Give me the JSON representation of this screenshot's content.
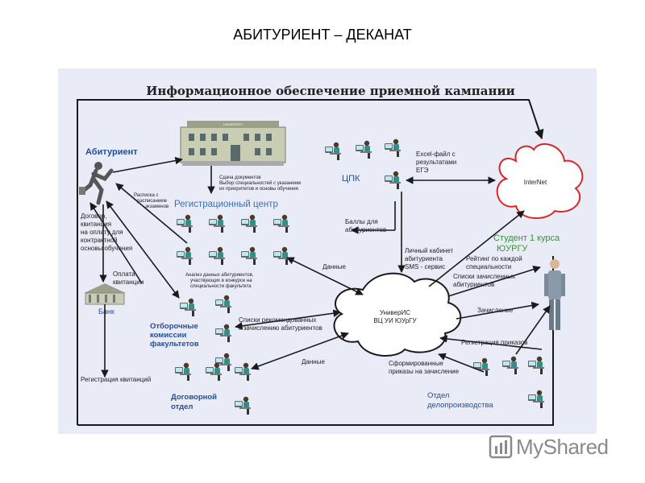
{
  "slide": {
    "title": "АБИТУРИЕНТ – ДЕКАНАТ"
  },
  "diagram": {
    "heading": "Информационное обеспечение приемной кампании",
    "actors": {
      "applicant": "Абитуриент",
      "registration_center": "Регистрационный центр",
      "cpk": "ЦПК",
      "student": "Студент 1 курса ЮУРГУ",
      "bank": "Банк",
      "committees": [
        "Отборочные",
        "комиссии",
        "факультетов"
      ],
      "contract_dept": [
        "Договорной",
        "отдел"
      ],
      "records_dept": [
        "Отдел",
        "делопроизводства"
      ],
      "university_sign": "UNIVERSITY",
      "internet": "InterNet",
      "univeris": [
        "УниверИС",
        "ВЦ УИ ЮУрГУ"
      ]
    },
    "flows": {
      "docs_submission": [
        "Сдача документов",
        "Выбор специальностей с указанием",
        "их приоритетов и основы обучения"
      ],
      "receipt": [
        "Расписка с",
        "расписанием",
        "экзаменов"
      ],
      "contract": [
        "Договор,",
        "квитанция",
        "на оплату для",
        "контрактной",
        "основы обучения"
      ],
      "payment": [
        "Оплата",
        "квитанции"
      ],
      "excel": [
        "Excel-файл с",
        "результатами",
        "ЕГЭ"
      ],
      "scores": [
        "Баллы для",
        "абитуриентов"
      ],
      "cabinet": [
        "Личный кабинет",
        "абитуриента",
        "SMS - сервис"
      ],
      "rating": [
        "Рейтинг по каждой",
        "специальности"
      ],
      "enrolled_lists": [
        "Списки зачисленных",
        "абитуриентов"
      ],
      "data_1": "Данные",
      "analysis": [
        "Анализ данных абитуриентов,",
        "участвующих в конкурсе на",
        "специальности факультета"
      ],
      "recommended": [
        "Списки рекомендованных",
        "к зачислению абитуриентов"
      ],
      "enrollment": "Зачисление",
      "data_2": "Данные",
      "orders_reg": "Регистрация приказов",
      "receipt_reg": "Регистрация квитанций",
      "orders_formed": [
        "Сформированные",
        "приказы на зачисление"
      ]
    }
  },
  "colors": {
    "panel": "#e9ebf7",
    "blue_label": "#1f4fa0",
    "green_label": "#2e9a2e",
    "arrow": "#1a1a1a"
  },
  "watermark": {
    "text": "MyShared"
  }
}
